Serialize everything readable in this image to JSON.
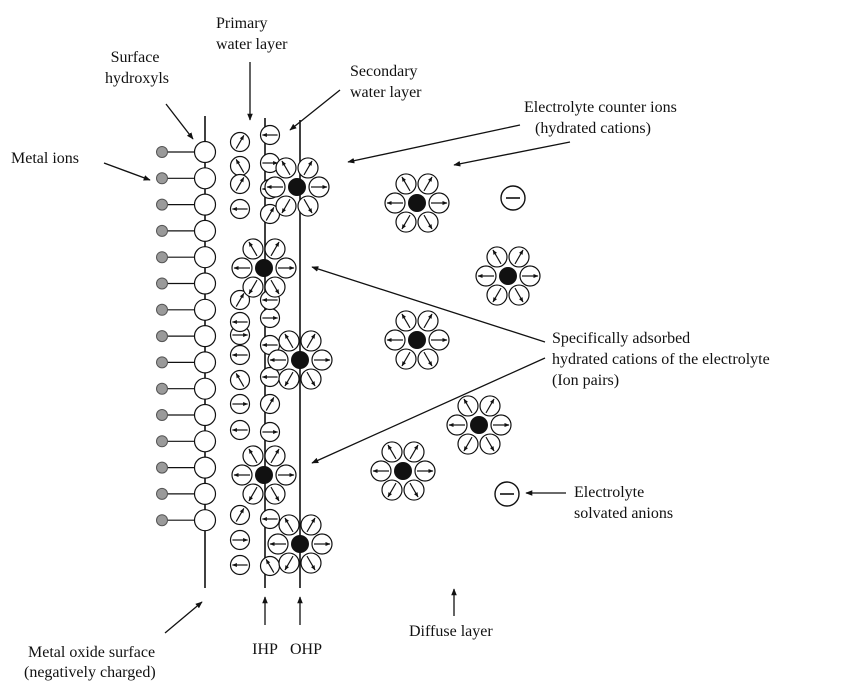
{
  "diagram": {
    "labels": {
      "surface_hydroxyls": [
        "Surface",
        "hydroxyls"
      ],
      "primary_water": [
        "Primary",
        "water layer"
      ],
      "secondary_water": [
        "Secondary",
        "water layer"
      ],
      "counter_ions": [
        "Electrolyte counter ions",
        "(hydrated cations)"
      ],
      "metal_ions": "Metal ions",
      "specifically_adsorbed": [
        "Specifically adsorbed",
        "hydrated cations of the electrolyte",
        "(Ion pairs)"
      ],
      "solvated_anions": [
        "Electrolyte",
        "solvated anions"
      ],
      "metal_oxide_surface": [
        "Metal oxide surface",
        "(negatively charged)"
      ],
      "ihp": "IHP",
      "ohp": "OHP",
      "diffuse_layer": "Diffuse layer",
      "anion_symbol": "−"
    },
    "colors": {
      "ink": "#111111",
      "metal_ion_fill": "#9a9a9a",
      "hydroxyl_fill": "#ffffff",
      "cation_fill": "#111111"
    }
  }
}
